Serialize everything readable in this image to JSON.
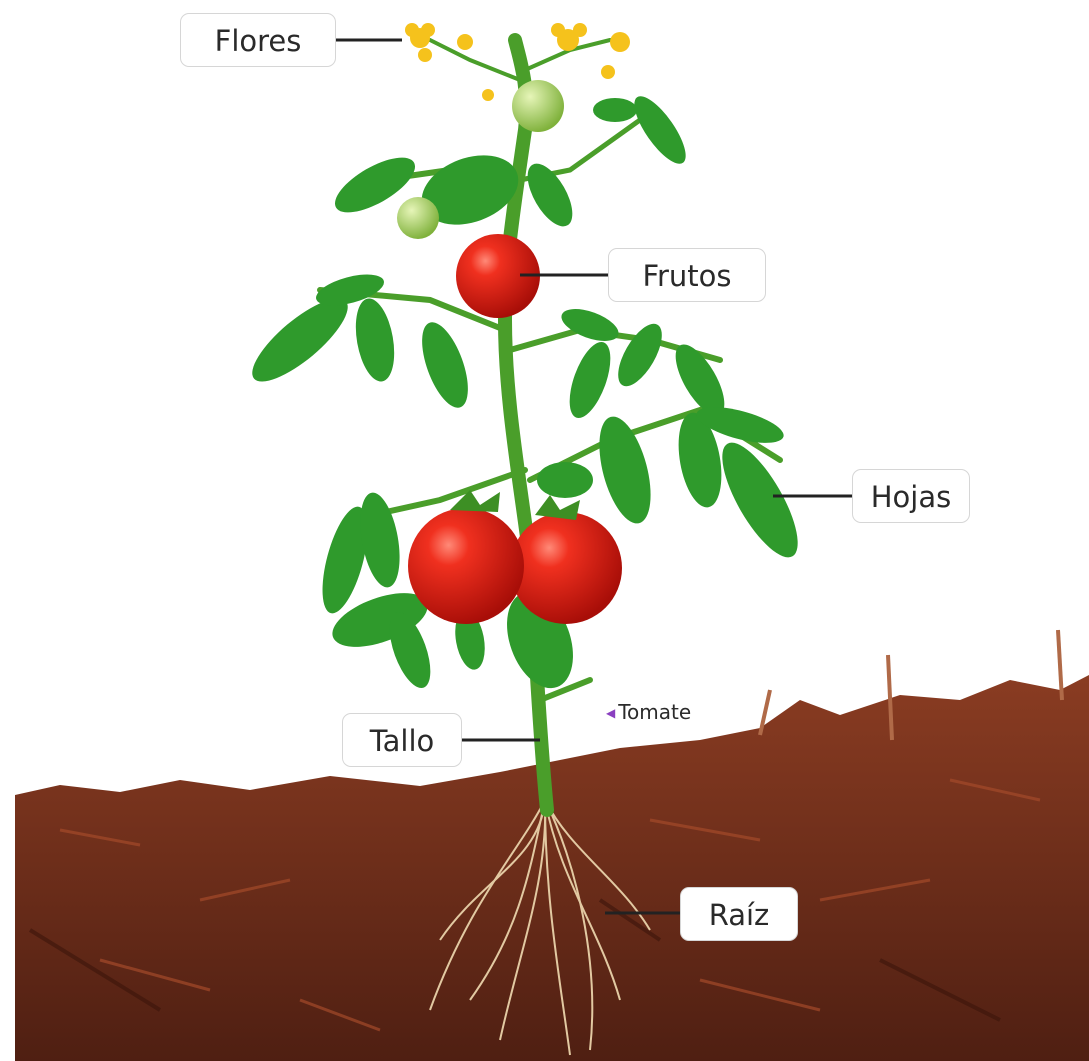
{
  "labels": {
    "flores": "Flores",
    "frutos": "Frutos",
    "hojas": "Hojas",
    "tallo": "Tallo",
    "raiz": "Raíz"
  },
  "caption": "Tomate",
  "colors": {
    "soil": "#6e2f1c",
    "leaf": "#2f9a2c",
    "fruit": "#e0251b",
    "flower": "#f5c21c"
  }
}
